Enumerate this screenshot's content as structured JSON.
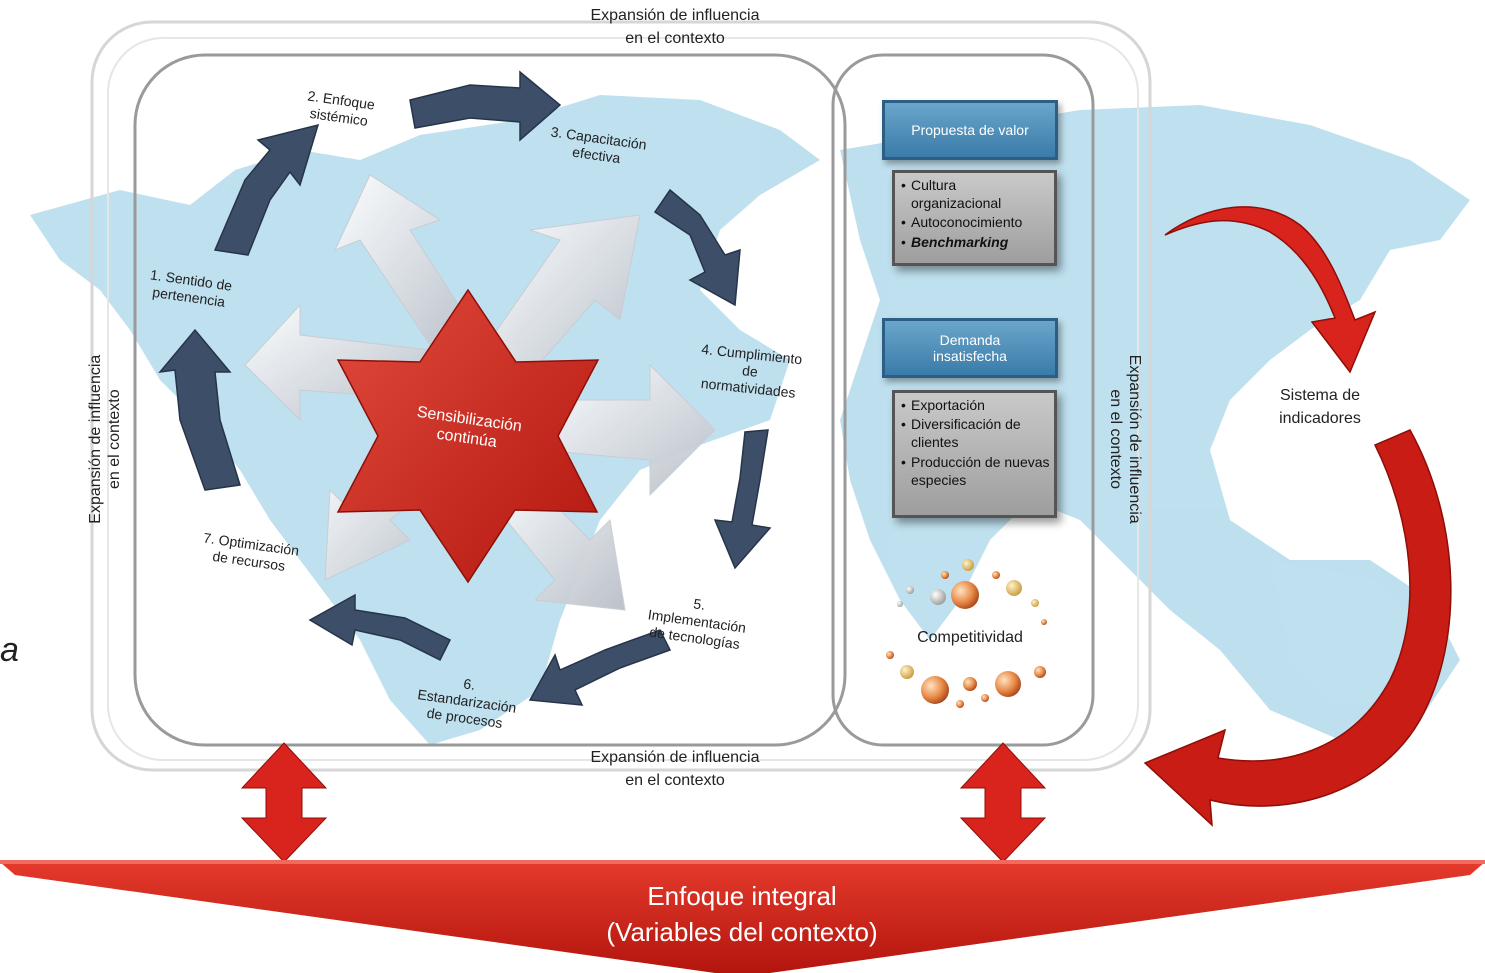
{
  "context_label_top": [
    "Expansión de influencia",
    "en el contexto"
  ],
  "context_label_bottom": [
    "Expansión de influencia",
    "en el contexto"
  ],
  "context_label_left": [
    "Expansión de influencia",
    "en el contexto"
  ],
  "context_label_right": [
    "Expansión de influencia",
    "en el contexto"
  ],
  "cycle_steps": [
    {
      "lines": [
        "1. Sentido de",
        "pertenencia"
      ]
    },
    {
      "lines": [
        "2. Enfoque",
        "sistémico"
      ]
    },
    {
      "lines": [
        "3. Capacitación",
        "efectiva"
      ]
    },
    {
      "lines": [
        "4. Cumplimiento",
        "de",
        "normatividades"
      ]
    },
    {
      "lines": [
        "5.",
        "Implementación",
        "de tecnologías"
      ]
    },
    {
      "lines": [
        "6.",
        "Estandarización",
        "de procesos"
      ]
    },
    {
      "lines": [
        "7. Optimización",
        "de recursos"
      ]
    }
  ],
  "center_label": [
    "Sensibilización",
    "continúa"
  ],
  "value_box": {
    "title": "Propuesta de valor",
    "items": [
      "Cultura organizacional",
      "Autoconocimiento",
      "Benchmarking"
    ]
  },
  "demand_box": {
    "title": [
      "Demanda",
      "insatisfecha"
    ],
    "items": [
      "Exportación",
      "Diversificación de clientes",
      "Producción de nuevas especies"
    ]
  },
  "competitiveness_label": "Competitividad",
  "indicators_label": [
    "Sistema de",
    "indicadores"
  ],
  "banner": {
    "line1": "Enfoque integral",
    "line2": "(Variables del contexto)"
  },
  "edge_glyph": "a",
  "colors": {
    "red": "#d9231d",
    "dark_red": "#a8150f",
    "navy_arrow": "#3d4f68",
    "map_blue": "#b5dcea",
    "box_blue": "#3a7ba8"
  }
}
